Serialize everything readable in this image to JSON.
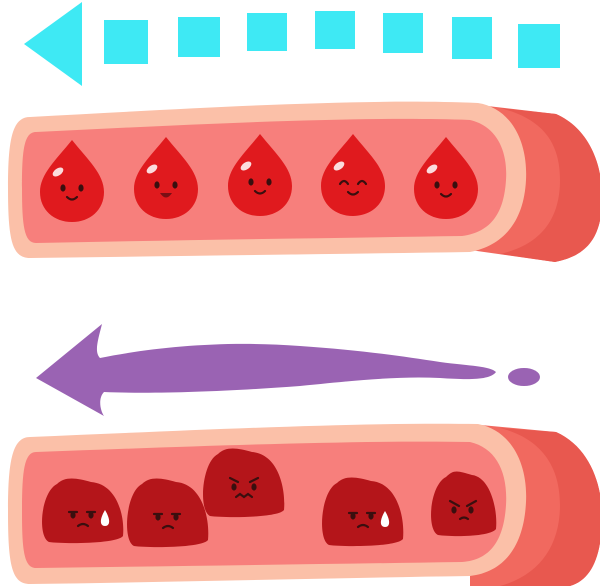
{
  "colors": {
    "background": "#ffffff",
    "vessel_outer": "#fbc0a8",
    "vessel_inner": "#f77f7c",
    "vessel_end": "#f1695f",
    "vessel_end_shade": "#e8584f",
    "cell_healthy": "#e01a1e",
    "cell_clumped": "#b4151a",
    "fast_arrow": "#3ee9f4",
    "slow_arrow": "#9a63b3",
    "face_ink": "#3a0f0f",
    "tear": "#ffffff"
  },
  "top_panel": {
    "flow_arrow": {
      "style": "dashed",
      "direction": "left",
      "icon": "dashed-arrow-left-icon"
    },
    "vessel": {
      "state": "healthy"
    },
    "cells": [
      {
        "shape": "drop",
        "face": "smile"
      },
      {
        "shape": "drop",
        "face": "grin-open"
      },
      {
        "shape": "drop",
        "face": "smile"
      },
      {
        "shape": "drop",
        "face": "happy-eyes-closed"
      },
      {
        "shape": "drop",
        "face": "smile"
      }
    ]
  },
  "bottom_panel": {
    "flow_arrow": {
      "style": "wavy-slow",
      "direction": "left",
      "icon": "wavy-arrow-left-icon"
    },
    "vessel": {
      "state": "sluggish"
    },
    "cells": [
      {
        "shape": "blob",
        "face": "tired-sweat"
      },
      {
        "shape": "blob",
        "face": "sad"
      },
      {
        "shape": "blob",
        "face": "worried"
      },
      {
        "shape": "blob",
        "face": "tired-sweat"
      },
      {
        "shape": "blob",
        "face": "distressed"
      }
    ]
  }
}
